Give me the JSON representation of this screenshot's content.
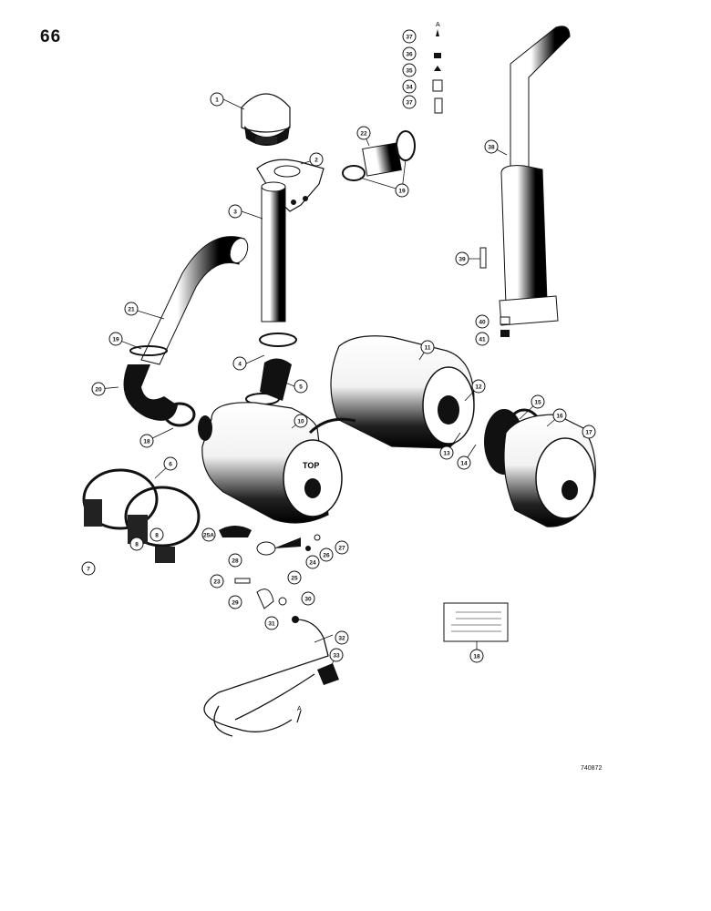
{
  "page": {
    "number": "66",
    "drawing_code": "740872"
  },
  "callouts": [
    {
      "id": "callout-1",
      "label": "1"
    },
    {
      "id": "callout-2",
      "label": "2"
    },
    {
      "id": "callout-3",
      "label": "3"
    },
    {
      "id": "callout-4",
      "label": "4"
    },
    {
      "id": "callout-5",
      "label": "5"
    },
    {
      "id": "callout-6",
      "label": "6"
    },
    {
      "id": "callout-7",
      "label": "7"
    },
    {
      "id": "callout-8a",
      "label": "8"
    },
    {
      "id": "callout-8b",
      "label": "8"
    },
    {
      "id": "callout-10",
      "label": "10"
    },
    {
      "id": "callout-11",
      "label": "11"
    },
    {
      "id": "callout-12",
      "label": "12"
    },
    {
      "id": "callout-13",
      "label": "13"
    },
    {
      "id": "callout-14",
      "label": "14"
    },
    {
      "id": "callout-15",
      "label": "15"
    },
    {
      "id": "callout-16",
      "label": "16"
    },
    {
      "id": "callout-17",
      "label": "17"
    },
    {
      "id": "callout-18a",
      "label": "18"
    },
    {
      "id": "callout-18b",
      "label": "18"
    },
    {
      "id": "callout-19a",
      "label": "19"
    },
    {
      "id": "callout-19b",
      "label": "19"
    },
    {
      "id": "callout-20",
      "label": "20"
    },
    {
      "id": "callout-21",
      "label": "21"
    },
    {
      "id": "callout-22",
      "label": "22"
    },
    {
      "id": "callout-23",
      "label": "23"
    },
    {
      "id": "callout-24",
      "label": "24"
    },
    {
      "id": "callout-25",
      "label": "25"
    },
    {
      "id": "callout-25a",
      "label": "25A"
    },
    {
      "id": "callout-26",
      "label": "26"
    },
    {
      "id": "callout-27",
      "label": "27"
    },
    {
      "id": "callout-28",
      "label": "28"
    },
    {
      "id": "callout-29",
      "label": "29"
    },
    {
      "id": "callout-30",
      "label": "30"
    },
    {
      "id": "callout-31",
      "label": "31"
    },
    {
      "id": "callout-32",
      "label": "32"
    },
    {
      "id": "callout-33",
      "label": "33"
    },
    {
      "id": "callout-34",
      "label": "34"
    },
    {
      "id": "callout-35",
      "label": "35"
    },
    {
      "id": "callout-36",
      "label": "36"
    },
    {
      "id": "callout-37a",
      "label": "37"
    },
    {
      "id": "callout-37b",
      "label": "37"
    },
    {
      "id": "callout-38",
      "label": "38"
    },
    {
      "id": "callout-39",
      "label": "39"
    },
    {
      "id": "callout-40",
      "label": "40"
    },
    {
      "id": "callout-41",
      "label": "41"
    }
  ],
  "markers": {
    "arrow_a_top": "A",
    "arrow_a_bottom": "A"
  },
  "cover_text": "TOP"
}
